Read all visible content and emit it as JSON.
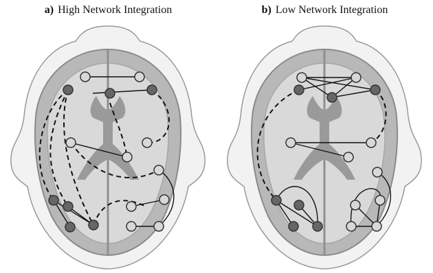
{
  "panels": [
    {
      "letter": "a)",
      "title": "High Network Integration"
    },
    {
      "letter": "b)",
      "title": "Low Network Integration"
    }
  ]
}
